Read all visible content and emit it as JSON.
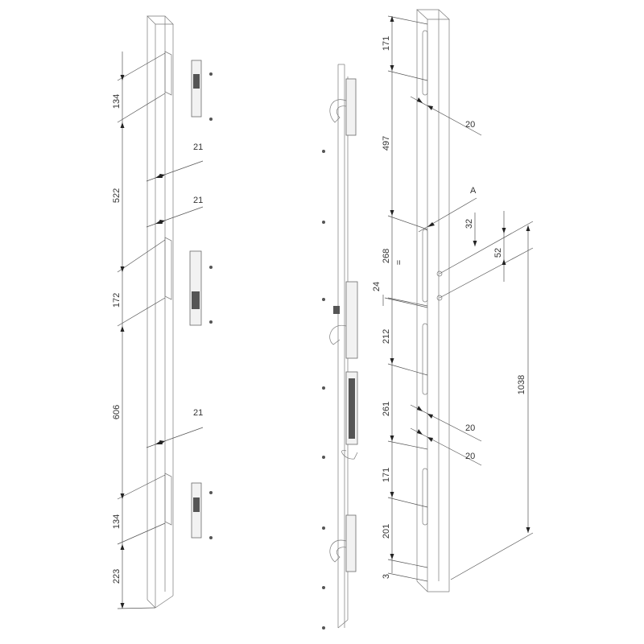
{
  "left_frame": {
    "dimensions": [
      "134",
      "522",
      "172",
      "606",
      "134",
      "223"
    ],
    "slot_width": [
      "21",
      "21",
      "21"
    ]
  },
  "right_frame": {
    "dimensions": [
      "171",
      "497",
      "268",
      "212",
      "261",
      "171",
      "201",
      "3"
    ],
    "slot_widths": [
      "20",
      "20",
      "20"
    ],
    "detail_label": "A",
    "detail_dims": [
      "32",
      "52",
      "24"
    ],
    "equal_mark": "=",
    "total_height": "1038"
  },
  "colors": {
    "line": "#7a7a7a",
    "dimension": "#555555",
    "arrow": "#222222",
    "part": "#f2f2f2"
  }
}
